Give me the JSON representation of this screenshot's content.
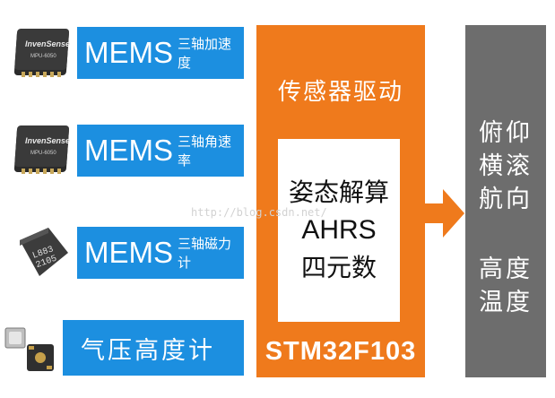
{
  "sensors": [
    {
      "chip_text": "InvenSense",
      "chip_model": "MPU-6050",
      "main": "MEMS",
      "sub": "三轴加速度"
    },
    {
      "chip_text": "InvenSense",
      "chip_model": "MPU-6050",
      "main": "MEMS",
      "sub": "三轴角速率"
    },
    {
      "chip_text": "L883\n2105",
      "main": "MEMS",
      "sub": "三轴磁力计"
    }
  ],
  "barometer": {
    "label": "气压高度计"
  },
  "driver": {
    "title": "传感器驱动",
    "lines": [
      "姿态解算",
      "AHRS",
      "四元数"
    ],
    "mcu": "STM32F103"
  },
  "outputs": {
    "lines": [
      "俯仰",
      "横滚",
      "航向",
      "高度",
      "温度"
    ]
  },
  "watermark": "http://blog.csdn.net/",
  "colors": {
    "blue": "#1c8fe0",
    "orange": "#ef7a1c",
    "gray": "#6d6d6d"
  }
}
